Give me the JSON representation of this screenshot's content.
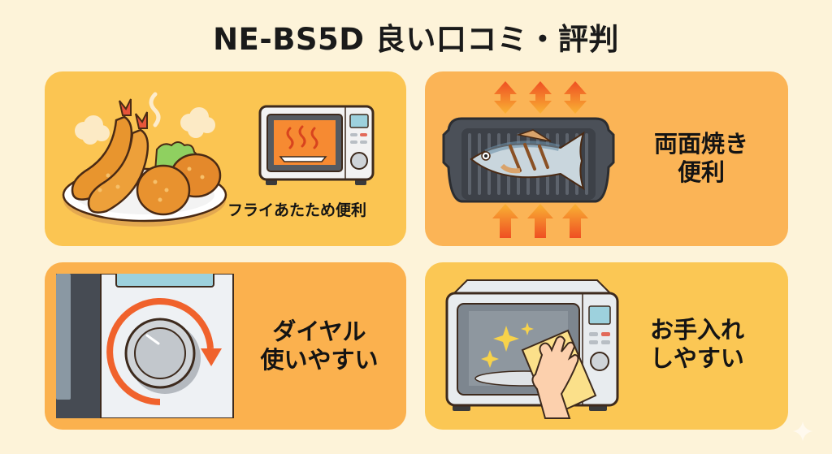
{
  "title": "NE-BS5D 良い口コミ・評判",
  "colors": {
    "background": "#fdf3d9",
    "card_1": "#fbc552",
    "card_2": "#fbb456",
    "card_3": "#fbb14e",
    "card_4": "#fbc754",
    "accent_arrow": "#f0622c",
    "text": "#141414"
  },
  "cards": [
    {
      "label": "フライあたため便利",
      "icons": [
        "fried-food-plate-icon",
        "microwave-heating-icon"
      ]
    },
    {
      "label_line1": "両面焼き",
      "label_line2": "便利",
      "icons": [
        "grilled-fish-on-tray-icon",
        "heat-arrows-icon"
      ]
    },
    {
      "label_line1": "ダイヤル",
      "label_line2": "使いやすい",
      "icons": [
        "rotary-dial-icon",
        "rotate-arrow-icon"
      ]
    },
    {
      "label_line1": "お手入れ",
      "label_line2": "しやすい",
      "icons": [
        "microwave-cleaning-icon",
        "hand-with-cloth-icon"
      ]
    }
  ],
  "watermark_icon": "sparkle-icon"
}
